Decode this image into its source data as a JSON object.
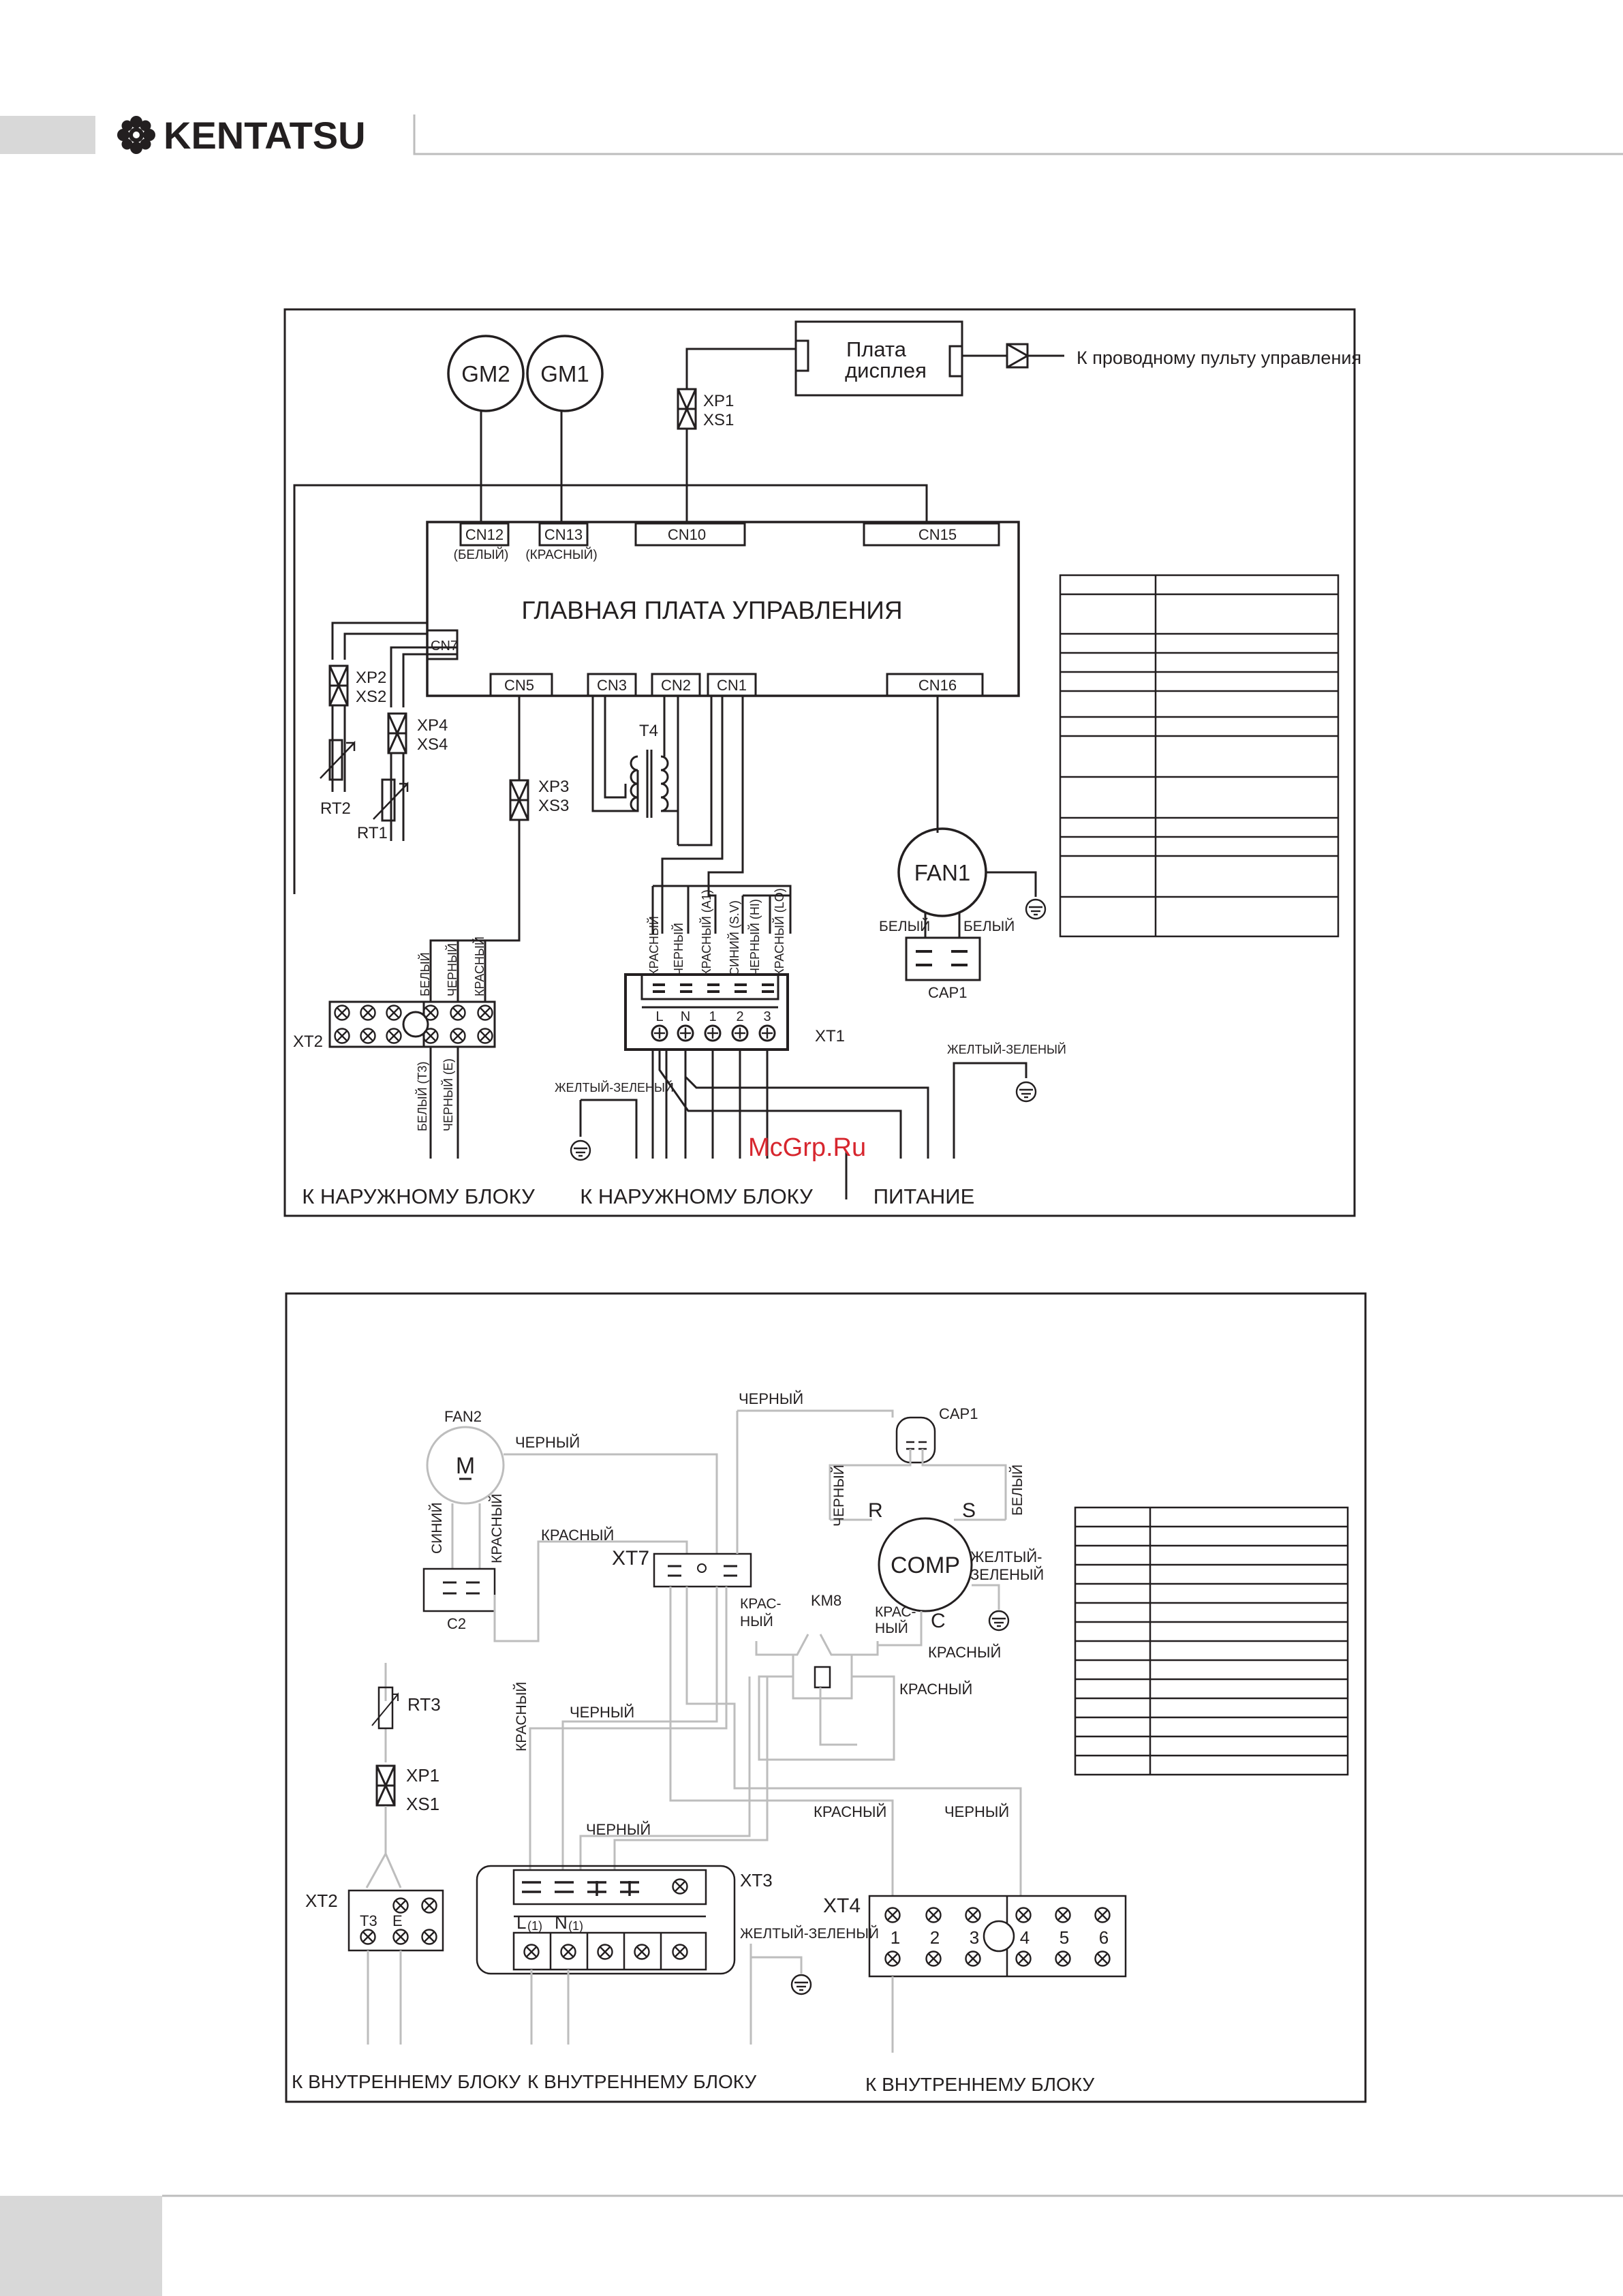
{
  "brand": {
    "name": "KENTATSU"
  },
  "watermark": {
    "text": "McGrp.Ru",
    "color": "#d7262e"
  },
  "diagram1": {
    "gm2": "GM2",
    "gm1": "GM1",
    "display_board": [
      "Плата",
      "дисплея"
    ],
    "wired_remote": "К проводному пульту управления",
    "xp1": "XP1",
    "xs1": "XS1",
    "main_board": "ГЛАВНАЯ ПЛАТА УПРАВЛЕНИЯ",
    "cn12": "CN12",
    "cn12_color": "(БЕЛЫЙ)",
    "cn13": "CN13",
    "cn13_color": "(КРАСНЫЙ)",
    "cn10": "CN10",
    "cn15": "CN15",
    "cn7": "CN7",
    "cn5": "CN5",
    "cn3": "CN3",
    "cn2": "CN2",
    "cn1": "CN1",
    "cn16": "CN16",
    "xp2": "XP2",
    "xs2": "XS2",
    "xp4": "XP4",
    "xs4": "XS4",
    "xp3": "XP3",
    "xs3": "XS3",
    "rt2": "RT2",
    "rt1": "RT1",
    "t4": "T4",
    "fan1": "FAN1",
    "cap1": "CAP1",
    "white": "БЕЛЫЙ",
    "xt2": "XT2",
    "xt1": "XT1",
    "xt2_wires": [
      "БЕЛЫЙ",
      "ЧЕРНЫЙ",
      "КРАСНЫЙ"
    ],
    "xt2_bottom_wires": [
      "БЕЛЫЙ (T3)",
      "ЧЕРНЫЙ (E)"
    ],
    "xt1_wires": [
      "КРАСНЫЙ",
      "ЧЕРНЫЙ",
      "КРАСНЫЙ (A1)",
      "СИНИЙ (S.V)",
      "ЧЕРНЫЙ (HI)",
      "КРАСНЫЙ (LO)"
    ],
    "xt1_terms": [
      "L",
      "N",
      "1",
      "2",
      "3"
    ],
    "yellow_green": "ЖЕЛТЫЙ-ЗЕЛЕНЫЙ",
    "to_outdoor": "К НАРУЖНОМУ БЛОКУ",
    "power": "ПИТАНИЕ"
  },
  "diagram2": {
    "fan2": "FAN2",
    "motor": "M",
    "black": "ЧЕРНЫЙ",
    "red": "КРАСНЫЙ",
    "blue": "СИНИЙ",
    "white": "БЕЛЫЙ",
    "c2": "C2",
    "xt7": "XT7",
    "cap1": "CAP1",
    "r": "R",
    "s": "S",
    "c": "C",
    "comp": "COMP",
    "yellow_green_split": [
      "ЖЕЛТЫЙ-",
      "ЗЕЛЕНЫЙ"
    ],
    "km8": "KM8",
    "red_split": [
      "КРАС-",
      "НЫЙ"
    ],
    "rt3": "RT3",
    "xp1": "XP1",
    "xs1": "XS1",
    "xt2": "XT2",
    "t3": "T3",
    "e": "E",
    "xt3": "XT3",
    "l1": "L",
    "n1": "N",
    "sub1": "(1)",
    "xt4": "XT4",
    "xt4_terms": [
      "1",
      "2",
      "3",
      "4",
      "5",
      "6"
    ],
    "yellow_green": "ЖЕЛТЫЙ-ЗЕЛЕНЫЙ",
    "to_indoor": "К ВНУТРЕННЕМУ БЛОКУ"
  }
}
